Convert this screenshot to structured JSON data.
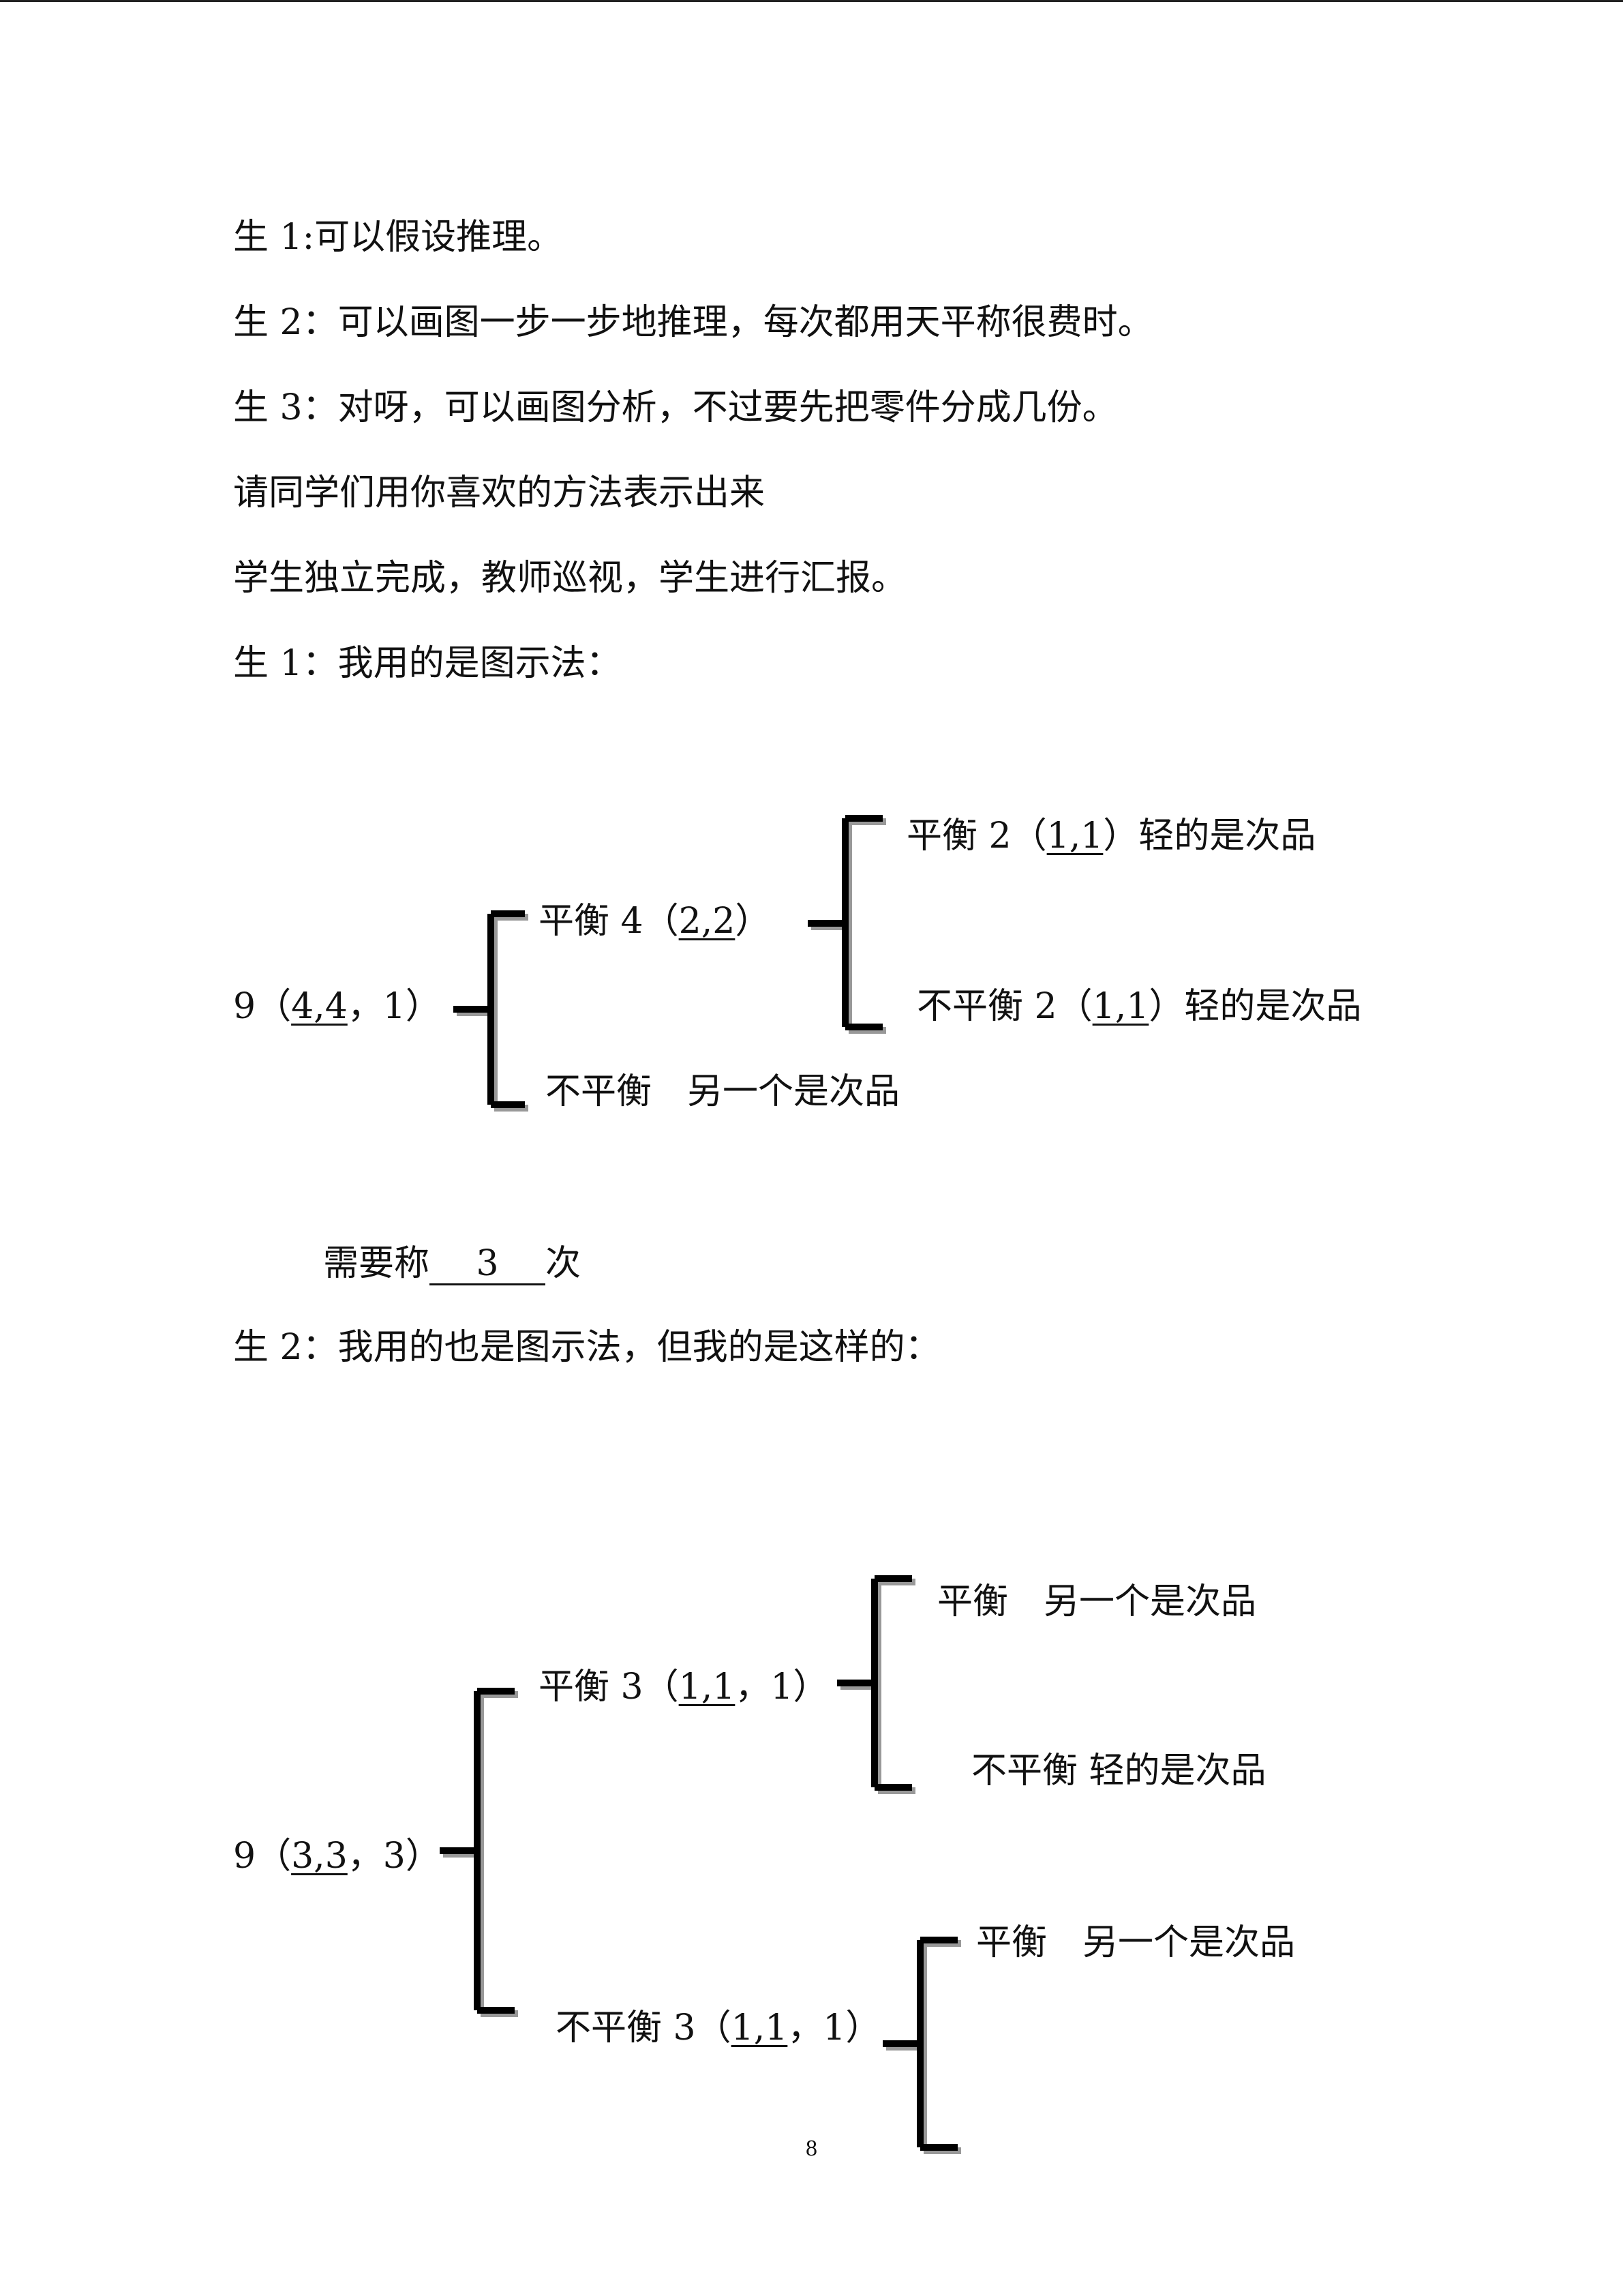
{
  "paragraphs": [
    "生 1:可以假设推理。",
    "生 2：可以画图一步一步地推理，每次都用天平称很费时。",
    "生 3：对呀，可以画图分析，不过要先把零件分成几份。",
    "请同学们用你喜欢的方法表示出来",
    "学生独立完成，教师巡视，学生进行汇报。",
    "生 1：我用的是图示法："
  ],
  "diagram1": {
    "root": {
      "prefix": "9（",
      "underlined": "4,4",
      "suffix": "，1）"
    },
    "balanced": {
      "prefix": "平衡 4（",
      "underlined": "2,2",
      "suffix": "）"
    },
    "unbalanced": "不平衡　另一个是次品",
    "balanced_balanced": {
      "prefix": "平衡 2（",
      "underlined": "1,1",
      "suffix": "）轻的是次品"
    },
    "balanced_unbalanced": {
      "prefix": "不平衡 2（",
      "underlined": "1,1",
      "suffix": "）轻的是次品"
    }
  },
  "weigh_count": {
    "label": "需要称",
    "value": "3",
    "unit": "次"
  },
  "student2_intro": "生 2：我用的也是图示法，但我的是这样的：",
  "diagram2": {
    "root": {
      "prefix": "9（",
      "underlined": "3,3",
      "suffix": "，3）"
    },
    "balanced": {
      "prefix": "平衡 3（",
      "underlined": "1,1",
      "suffix": "，1）"
    },
    "unbalanced": {
      "prefix": "不平衡 3（",
      "underlined": "1,1",
      "suffix": "，1）"
    },
    "balanced_balanced": "平衡　另一个是次品",
    "balanced_unbalanced": "不平衡 轻的是次品",
    "unbalanced_balanced": "平衡　另一个是次品"
  },
  "page_number": "8"
}
